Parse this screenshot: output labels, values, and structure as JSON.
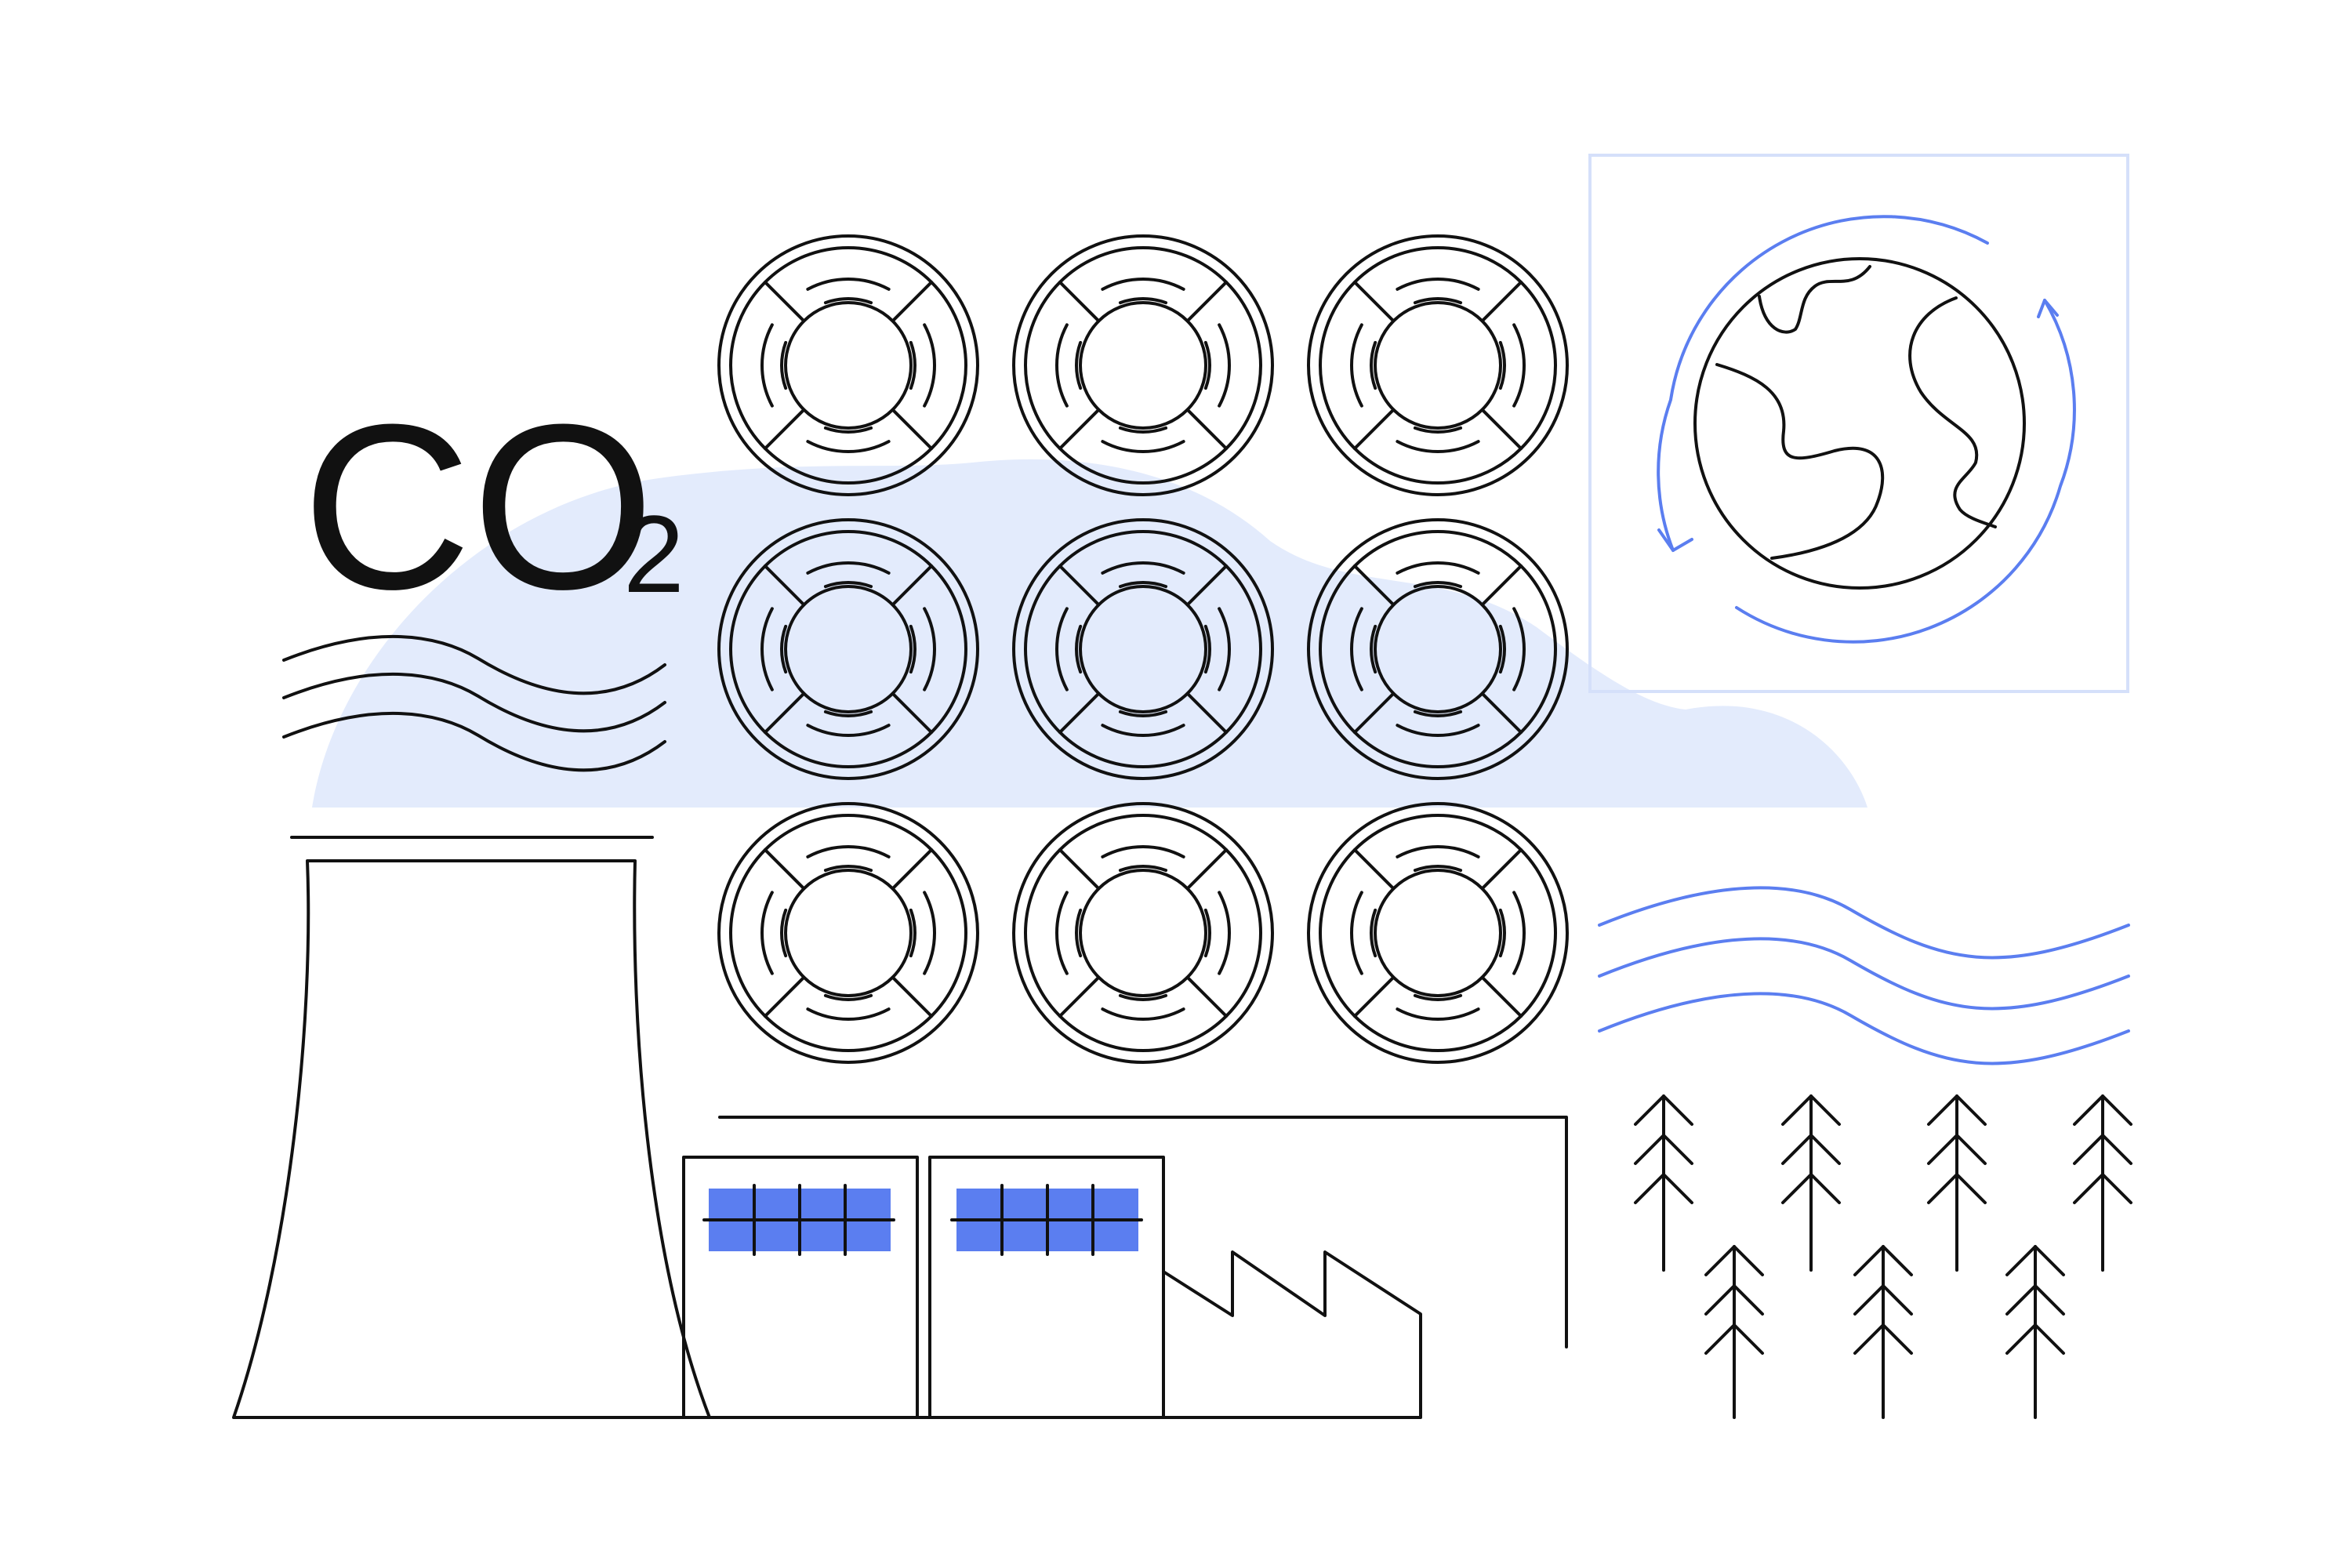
{
  "formula": {
    "main": "CO",
    "subscript": "2"
  },
  "colors": {
    "ink": "#111111",
    "accent": "#5b7ef0",
    "cloud": "#e3ebfc",
    "frame": "#d5e0fa",
    "window_fill": "#5b7ef0",
    "background": "#ffffff"
  },
  "icons": {
    "fan_grid": {
      "rows": 3,
      "cols": 3,
      "icon": "fan-icon"
    },
    "globe": "globe-icon",
    "cycle_arrows": "recycle-arrows-icon",
    "cooling_tower": "cooling-tower-icon",
    "factory": "factory-icon",
    "trees": {
      "count": 7,
      "icon": "pine-tree-icon"
    }
  }
}
